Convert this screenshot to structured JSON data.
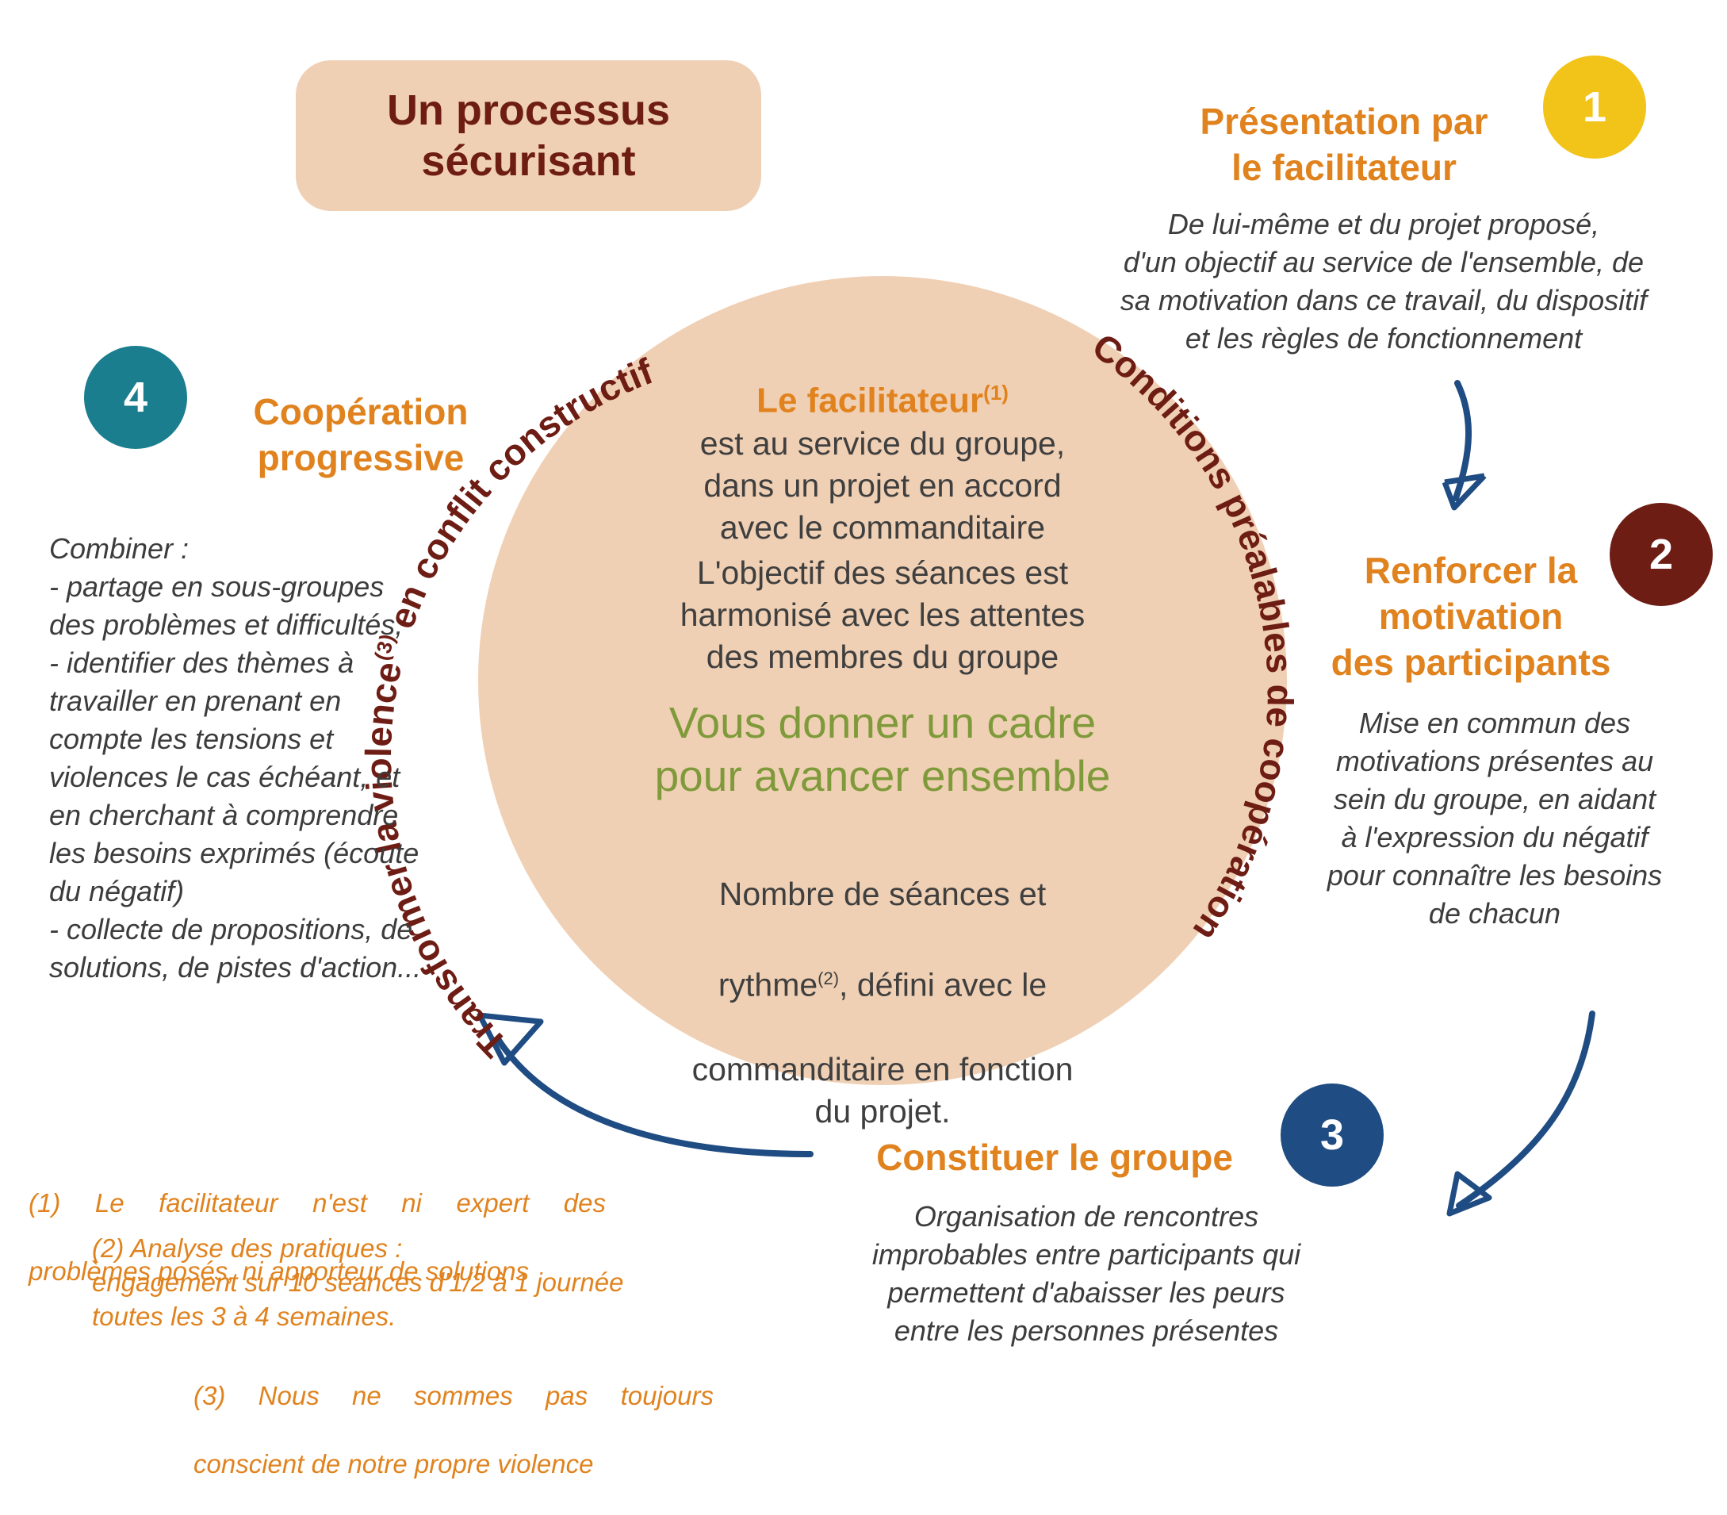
{
  "colors": {
    "peach": "#f0d0b4",
    "dark_red": "#6e1d15",
    "orange": "#e0831f",
    "green": "#7f9a3a",
    "navy": "#1f4c82",
    "yellow": "#f2c318",
    "teal": "#1b7e8f"
  },
  "title": {
    "line1": "Un processus",
    "line2": "sécurisant"
  },
  "steps": [
    {
      "number": "1",
      "heading": "Présentation par\nle facilitateur",
      "description": "De lui-même et du projet proposé,\nd'un objectif au service de l'ensemble, de\nsa motivation dans ce travail, du dispositif\net les règles de fonctionnement"
    },
    {
      "number": "2",
      "heading": "Renforcer la\nmotivation\ndes participants",
      "description": "Mise en commun des\nmotivations présentes au\nsein du groupe, en aidant\nà l'expression du négatif\npour connaître les besoins\nde chacun"
    },
    {
      "number": "3",
      "heading": "Constituer le groupe",
      "description": "Organisation de rencontres\nimprobables entre participants qui\npermettent d'abaisser les peurs\nentre les personnes présentes"
    },
    {
      "number": "4",
      "heading": "Coopération\nprogressive",
      "description": "Combiner :\n- partage en sous-groupes\ndes problèmes et difficultés,\n- identifier des thèmes à\ntravailler en prenant en\ncompte les tensions et\nviolences le cas échéant, et\nen cherchant à comprendre\nles besoins exprimés (écoute\ndu négatif)\n- collecte de propositions, de\nsolutions, de pistes d'action..."
    }
  ],
  "circle": {
    "arc_left_part1": "Transformer la violence",
    "arc_left_sup": "(3)",
    "arc_left_part2": " en conflit constructif",
    "arc_right": "Conditions préalables de coopération",
    "facilitator_title": "Le facilitateur",
    "facilitator_sup": "(1)",
    "facilitator_text": "est au service du groupe,\ndans un projet en accord\navec le commanditaire",
    "objective_text": "L'objectif des séances est\nharmonisé avec les attentes\ndes membres du groupe",
    "tagline": "Vous donner un cadre\npour avancer ensemble",
    "sessions_line1": "Nombre de séances et",
    "sessions_line2a": "rythme",
    "sessions_sup": "(2)",
    "sessions_line2b": ", défini avec le",
    "sessions_line3": "commanditaire en fonction\ndu projet."
  },
  "notes": {
    "note1_line1": "(1)  Le  facilitateur  n'est  ni  expert  des",
    "note1_line2": "problèmes posés, ni apporteur de solutions",
    "note2": "(2)  Analyse des pratiques :\nengagement sur 10 séances d'1/2 à 1 journée\ntoutes les 3 à 4 semaines.",
    "note3_line1": "(3)  Nous  ne  sommes  pas  toujours",
    "note3_line2": "conscient de notre propre violence"
  }
}
